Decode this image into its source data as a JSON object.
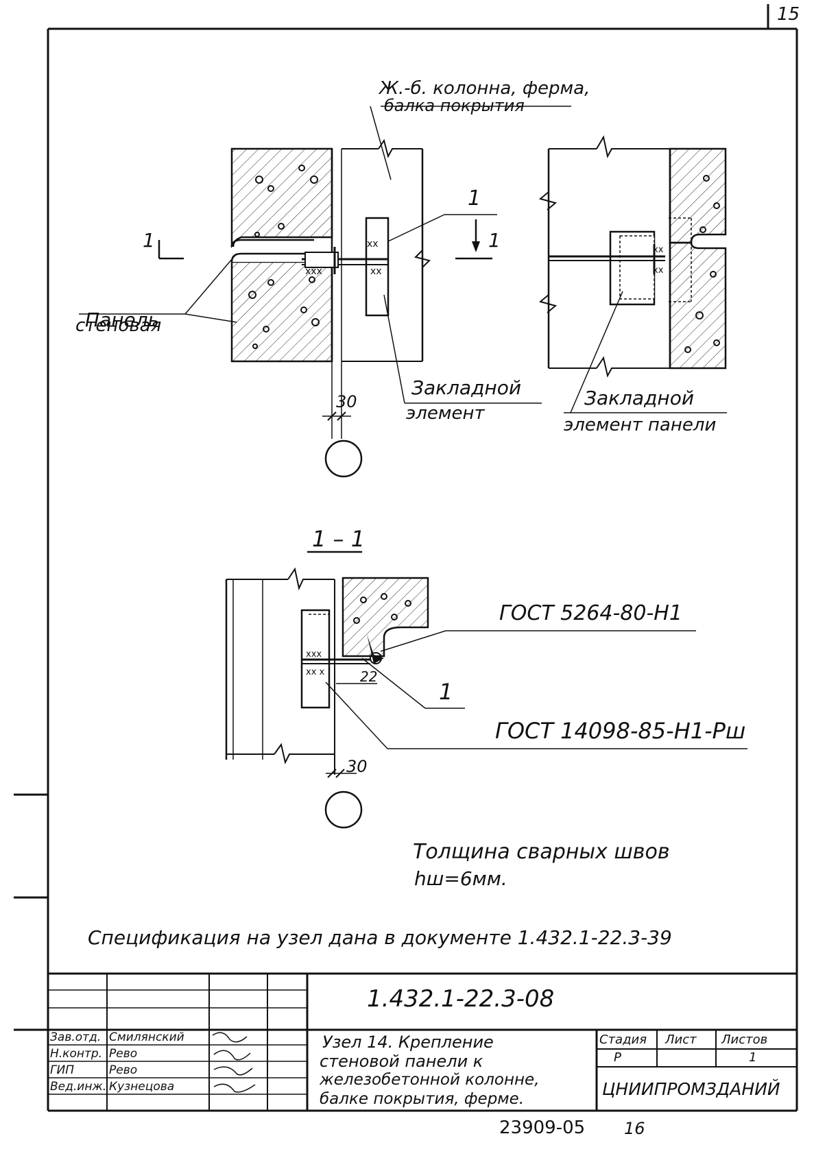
{
  "sheet_corner_number": "15",
  "bottom_stamp": {
    "number": "23909-05",
    "copy": "16"
  },
  "top_view": {
    "column_label_line1": "Ж.-б. колонна, ферма,",
    "column_label_line2": "балка покрытия",
    "section_mark_left": "1",
    "section_mark_right": "1",
    "item_leader": "1",
    "panel_label_line1": "Панель",
    "panel_label_line2": "стеновая",
    "embedded_left_line1": "Закладной",
    "embedded_left_line2": "элемент",
    "dimension_gap": "30",
    "embedded_right_line1": "Закладной",
    "embedded_right_line2": "элемент панели"
  },
  "section_view": {
    "title": "1 – 1",
    "gost_top": "ГОСТ 5264-80-Н1",
    "gost_bottom": "ГОСТ 14098-85-Н1-Рш",
    "dimension_22": "22",
    "item_leader": "1",
    "dimension_gap": "30"
  },
  "weld_note_line1": "Толщина сварных швов",
  "weld_note_line2": "hш=6мм.",
  "spec_note": "Спецификация на узел дана в документе  1.432.1-22.3-39",
  "title_block": {
    "document_code": "1.432.1-22.3-08",
    "roles": [
      {
        "role": "Зав.отд.",
        "name": "Смилянский"
      },
      {
        "role": "Н.контр.",
        "name": "Рево"
      },
      {
        "role": "ГИП",
        "name": "Рево"
      },
      {
        "role": "Вед.инж.",
        "name": "Кузнецова"
      }
    ],
    "title_lines": [
      "Узел 14. Крепление",
      "стеновой панели к",
      "железобетонной колонне,",
      "балке покрытия, ферме."
    ],
    "stage_header": "Стадия",
    "sheet_header": "Лист",
    "sheets_header": "Листов",
    "stage_value": "Р",
    "sheets_value": "1",
    "organization": "ЦНИИПРОМЗДАНИЙ"
  }
}
